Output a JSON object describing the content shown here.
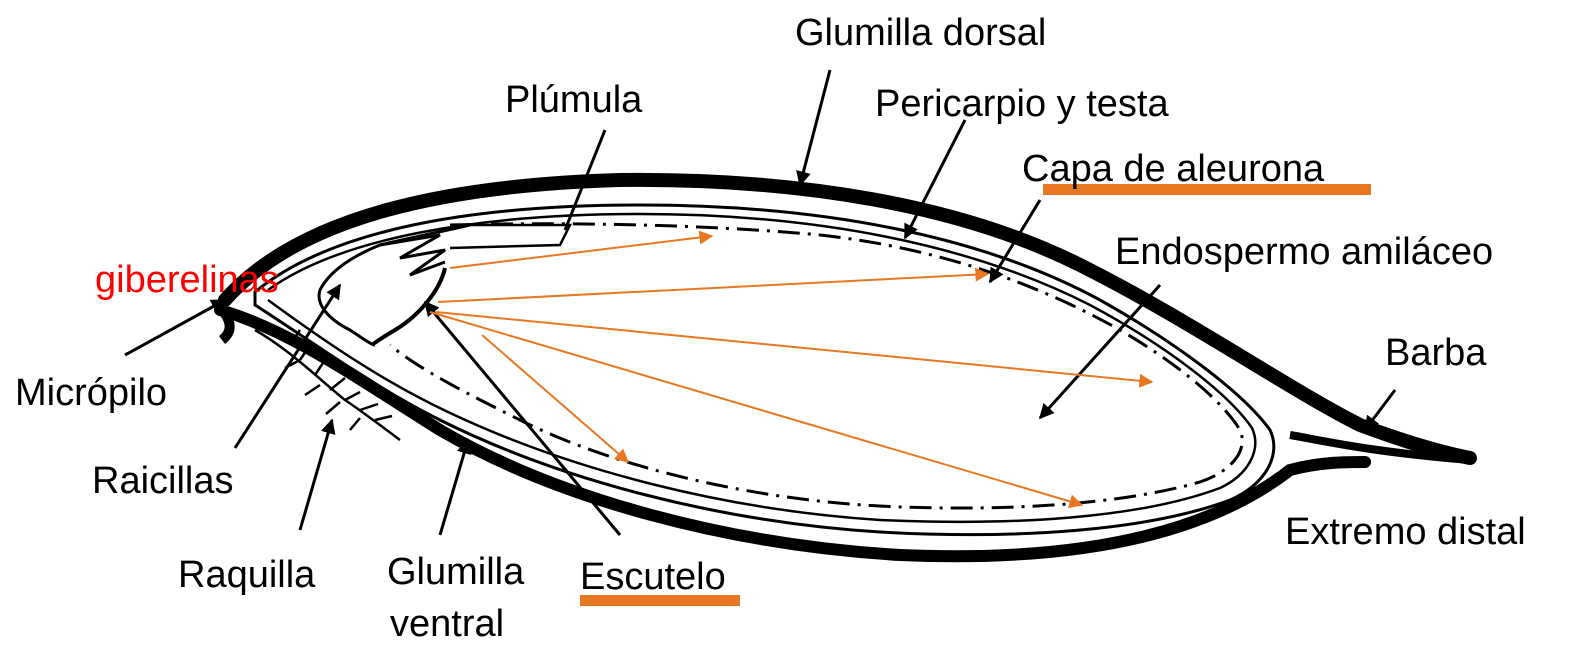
{
  "labels": {
    "glumilla_dorsal": "Glumilla dorsal",
    "plumula": "Plúmula",
    "pericarpio_testa": "Pericarpio y testa",
    "capa_aleurona": "Capa de aleurona",
    "endospermo": "Endospermo amiláceo",
    "giberelinas": "giberelinas",
    "micropilo": "Micrópilo",
    "barba": "Barba",
    "raicillas": "Raicillas",
    "extremo_distal": "Extremo distal",
    "raquilla": "Raquilla",
    "glumilla_ventral_1": "Glumilla",
    "glumilla_ventral_2": "ventral",
    "escutelo": "Escutelo"
  },
  "colors": {
    "outline": "#000000",
    "highlight": "#e87722",
    "arrow": "#e87722",
    "giberelinas": "#ff0000"
  }
}
